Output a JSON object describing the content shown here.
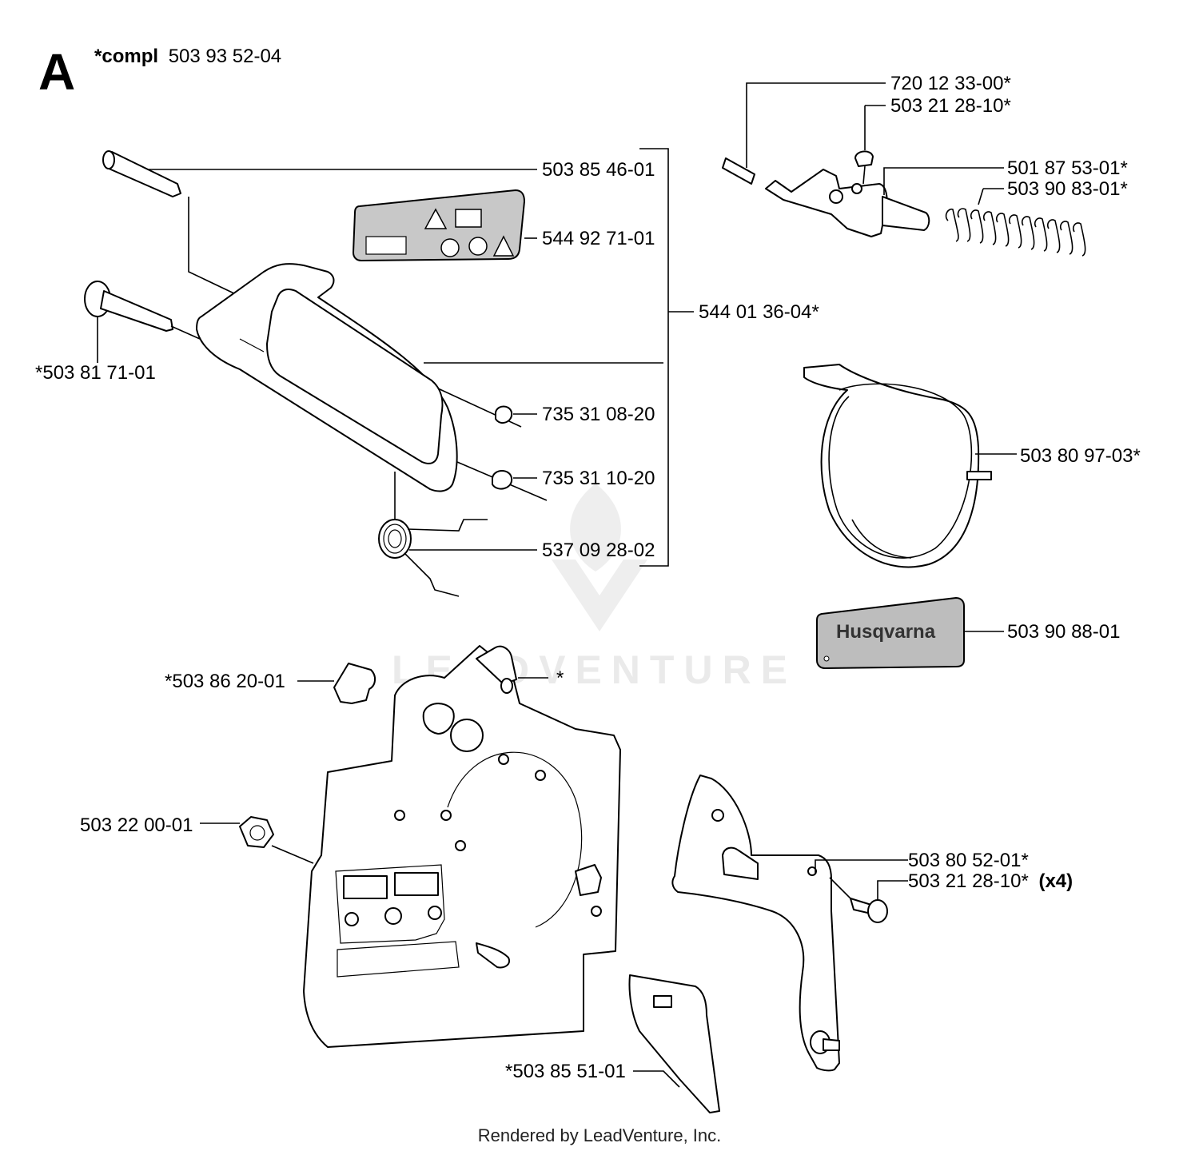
{
  "section": {
    "letter": "A",
    "compl_prefix": "*compl",
    "compl_number": "503 93 52-04"
  },
  "callouts": {
    "p720_12_33_00": "720 12 33-00*",
    "p503_21_28_10_top": "503 21 28-10*",
    "p501_87_53_01": "501 87 53-01*",
    "p503_90_83_01": "503 90 83-01*",
    "p503_85_46_01": "503 85 46-01",
    "p544_92_71_01": "544 92 71-01",
    "p544_01_36_04": "544 01 36-04*",
    "p503_81_71_01": "*503 81 71-01",
    "p735_31_08_20": "735 31 08-20",
    "p735_31_10_20": "735 31 10-20",
    "p537_09_28_02": "537 09 28-02",
    "p503_80_97_03": "503 80 97-03*",
    "p503_90_88_01": "503 90 88-01",
    "p503_86_20_01": "*503 86 20-01",
    "asterisk": "*",
    "p503_22_00_01": "503 22 00-01",
    "p503_80_52_01": "503 80 52-01*",
    "p503_21_28_10_bottom": "503 21 28-10*",
    "qty_x4": "(x4)",
    "p503_85_51_01": "*503 85 51-01"
  },
  "decal_brand": "Husqvarna",
  "watermark": "LEADVENTURE",
  "footer": "Rendered by LeadVenture, Inc."
}
